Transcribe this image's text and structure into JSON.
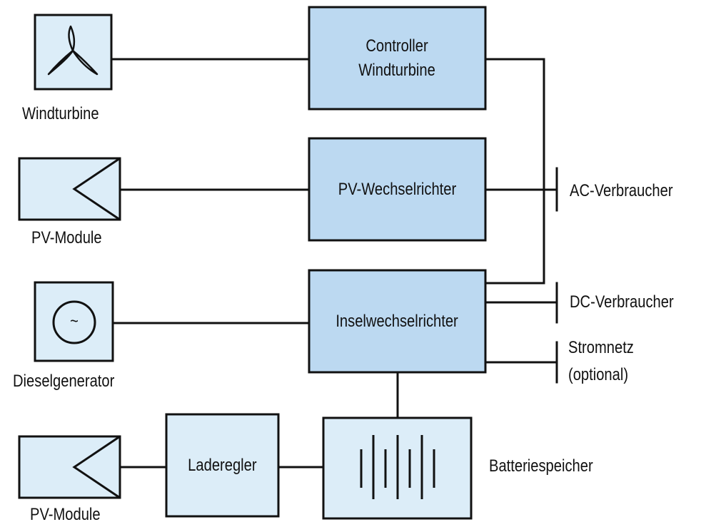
{
  "colors": {
    "source_box_fill": "#dcedf8",
    "component_box_fill": "#bcd9f1",
    "line": "#111111"
  },
  "sources": {
    "wind": {
      "label": "Windturbine",
      "icon": "wind-turbine-icon"
    },
    "pv_top": {
      "label": "PV-Module",
      "icon": "pv-module-icon"
    },
    "diesel": {
      "label": "Dieselgenerator",
      "icon": "generator-icon",
      "symbol": "~"
    },
    "pv_bottom": {
      "label": "PV-Module",
      "icon": "pv-module-icon"
    }
  },
  "components": {
    "controller": {
      "line1": "Controller",
      "line2": "Windturbine"
    },
    "pv_inverter": {
      "label": "PV-Wechselrichter"
    },
    "island_inverter": {
      "label": "Inselwechselrichter"
    },
    "charge_controller": {
      "label": "Laderegler"
    },
    "battery": {
      "label": "Batteriespeicher",
      "icon": "battery-icon"
    }
  },
  "outputs": {
    "ac": {
      "label": "AC-Verbraucher"
    },
    "dc": {
      "label": "DC-Verbraucher"
    },
    "grid": {
      "line1": "Stromnetz",
      "line2": "(optional)"
    }
  }
}
